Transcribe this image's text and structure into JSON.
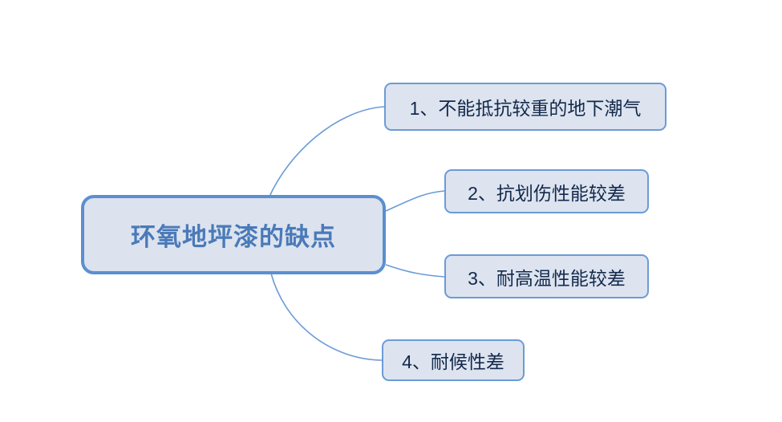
{
  "diagram": {
    "type": "mind-map",
    "background_color": "#ffffff",
    "root": {
      "id": "root",
      "label": "环氧地坪漆的缺点",
      "fill_color": "#dce3ef",
      "border_color": "#5b8fd0",
      "text_color": "#4a7ab8"
    },
    "branches": [
      {
        "id": "branch-1",
        "label": "1、不能抵抗较重的地下潮气",
        "fill_color": "#dde4f0",
        "border_color": "#6b9bd6",
        "text_color": "#13294b"
      },
      {
        "id": "branch-2",
        "label": "2、抗划伤性能较差",
        "fill_color": "#dde4f0",
        "border_color": "#6b9bd6",
        "text_color": "#13294b"
      },
      {
        "id": "branch-3",
        "label": "3、耐高温性能较差",
        "fill_color": "#dde4f0",
        "border_color": "#6b9bd6",
        "text_color": "#13294b"
      },
      {
        "id": "branch-4",
        "label": "4、耐候性差",
        "fill_color": "#dde4f0",
        "border_color": "#6b9bd6",
        "text_color": "#13294b"
      }
    ],
    "connector_color": "#6b9bd6"
  }
}
